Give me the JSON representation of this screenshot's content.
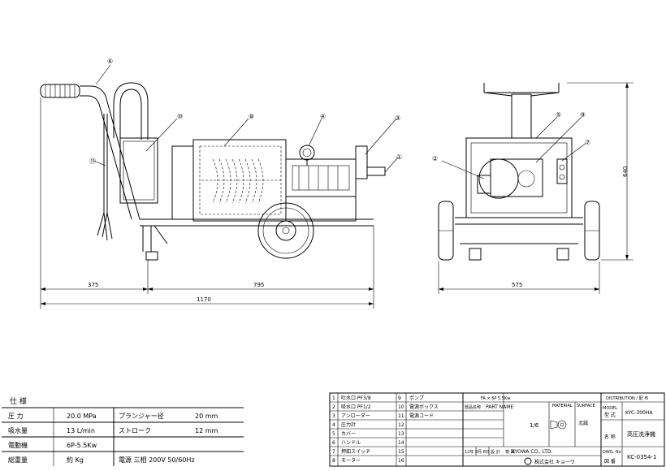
{
  "drawing": {
    "callouts_side": [
      "⑥",
      "⑩",
      "⑧",
      "④",
      "③",
      "①",
      "⑪"
    ],
    "callouts_front": [
      "⑤",
      "⑨",
      "⑦",
      "②"
    ],
    "dims_side": {
      "d1": "375",
      "d2": "795",
      "total": "1170"
    },
    "dims_front": {
      "width": "575",
      "height": "640"
    }
  },
  "spec": {
    "title": "仕 様",
    "rows": [
      {
        "label": "圧 力",
        "value": "20.0 MPa",
        "label2": "プランジャー径",
        "value2": "20 mm"
      },
      {
        "label": "吸水量",
        "value": "13 L/min",
        "label2": "ストローク",
        "value2": "12 mm"
      },
      {
        "label": "電動機",
        "value": "6P-5.5Kw",
        "label2": "",
        "value2": ""
      },
      {
        "label": "総重量",
        "value": "約  Kg",
        "label2": "電源 三相 200V 50/60Hz",
        "value2": ""
      }
    ]
  },
  "parts": [
    {
      "no": "1",
      "name": "吐水口 PF3/8"
    },
    {
      "no": "2",
      "name": "吸水口 PF1/2"
    },
    {
      "no": "3",
      "name": "アンローダー"
    },
    {
      "no": "4",
      "name": "圧力計"
    },
    {
      "no": "5",
      "name": "カバー"
    },
    {
      "no": "6",
      "name": "ハンドル"
    },
    {
      "no": "7",
      "name": "押釦スイッチ"
    },
    {
      "no": "8",
      "name": "モーター"
    }
  ],
  "parts2": [
    {
      "no": "9",
      "name": "ポンプ"
    },
    {
      "no": "10",
      "name": "電源ボックス"
    },
    {
      "no": "11",
      "name": "電源コード"
    },
    {
      "no": "12",
      "name": ""
    },
    {
      "no": "13",
      "name": ""
    },
    {
      "no": "14",
      "name": ""
    },
    {
      "no": "15",
      "name": ""
    },
    {
      "no": "16",
      "name": ""
    }
  ],
  "title_block": {
    "motor_note": "FA × 6P 5.5Kw",
    "part_name": "PART NAME",
    "part_name_jp": "部品名称",
    "material": "MATERIAL",
    "surface": "SURFACE",
    "scale": "1/6",
    "distribution": "DISTRIBUTION / 配 布",
    "model_label": "MODEL",
    "model": "KYC-300HA",
    "kind": "型 式",
    "name_label": "名 称",
    "product": "高圧洗浄機",
    "dwg_label": "DWG. No",
    "dwg_jp": "図 番",
    "dwg_no": "KC-0354-1",
    "company_en": "KYOWA CO., LTD.",
    "company_jp": "株式会社 キョーワ",
    "date": "12年 8月 8日",
    "designer": "設 計",
    "checker": "検 図",
    "place": "北誠"
  }
}
